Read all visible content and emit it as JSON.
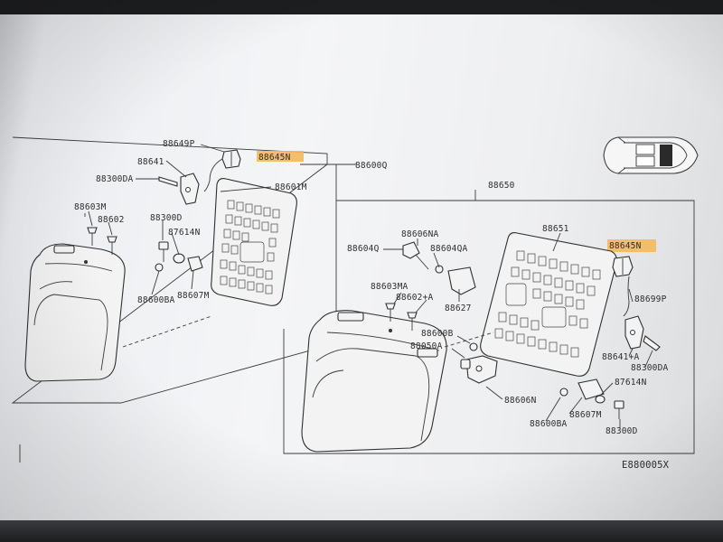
{
  "diagram": {
    "left_group": {
      "assembly_label": "88600Q",
      "parts": {
        "p88649P": "88649P",
        "p88645N": "88645N",
        "p88641": "88641",
        "p88300DA": "88300DA",
        "p88601M": "88601M",
        "p88603M": "88603M",
        "p88602": "88602",
        "p88300D": "88300D",
        "p87614N": "87614N",
        "p88600BA": "88600BA",
        "p88607M": "88607M"
      }
    },
    "right_group": {
      "assembly_label": "88650",
      "parts": {
        "p88651": "88651",
        "p88606NA": "88606NA",
        "p88604Q": "88604Q",
        "p88604QA": "88604QA",
        "p88645N": "88645N",
        "p88627": "88627",
        "p88699P": "88699P",
        "p88603MA": "88603MA",
        "p88602A": "88602+A",
        "p88600B": "88600B",
        "p88050A": "88050A",
        "p88641A": "88641+A",
        "p88300DA": "88300DA",
        "p87614N": "87614N",
        "p88606N": "88606N",
        "p88607M": "88607M",
        "p88600BA": "88600BA",
        "p88300D": "88300D"
      }
    },
    "figure_code": "E880005X",
    "highlight_color": "#f5b85c"
  }
}
